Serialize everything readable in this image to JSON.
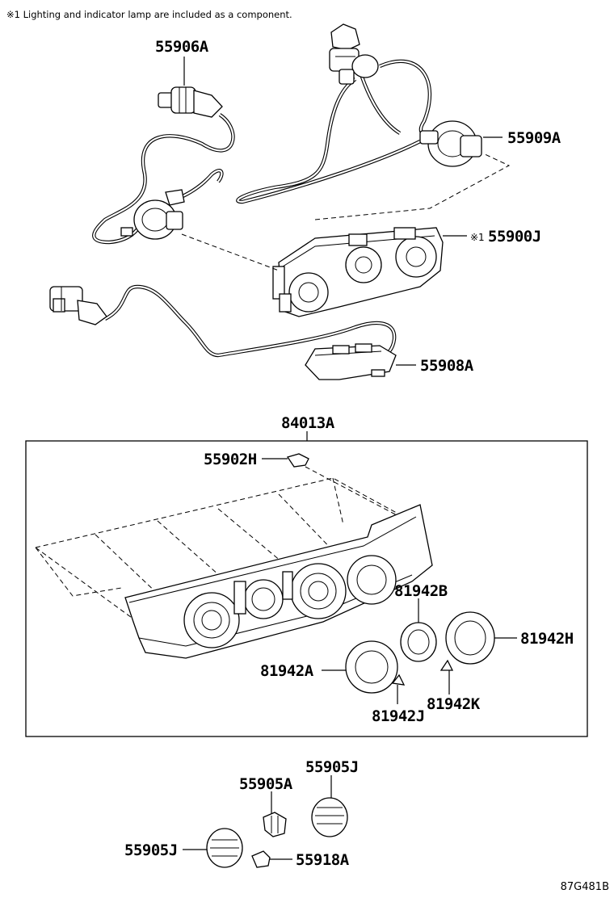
{
  "note": "※1 Lighting and indicator lamp are included as a component.",
  "diagram_code": "87G481B",
  "labels": {
    "p55906A": "55906A",
    "p55909A": "55909A",
    "p55900J": "55900J",
    "p55900J_mark": "※1",
    "p55908A": "55908A",
    "p84013A": "84013A",
    "p55902H": "55902H",
    "p81942B": "81942B",
    "p81942H": "81942H",
    "p81942A": "81942A",
    "p81942K": "81942K",
    "p81942J": "81942J",
    "p55905J_top": "55905J",
    "p55905A": "55905A",
    "p55905J_bottom": "55905J",
    "p55918A": "55918A"
  }
}
